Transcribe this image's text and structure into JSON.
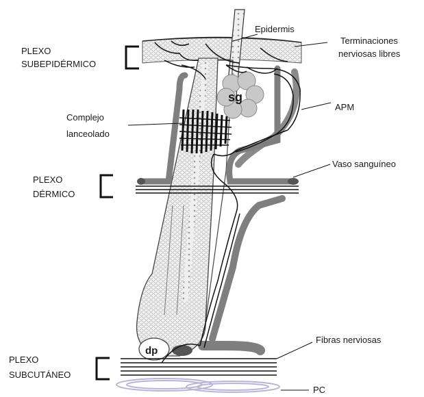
{
  "labels": {
    "epidermis": "Epidermis",
    "terminaciones_1": "Terminaciones",
    "terminaciones_2": "nerviosas libres",
    "plexo_subepidermico_1": "PLEXO",
    "plexo_subepidermico_2": "SUBEPIDÉRMICO",
    "apm": "APM",
    "complejo_1": "Complejo",
    "complejo_2": "lanceolado",
    "plexo_dermico_1": "PLEXO",
    "plexo_dermico_2": "DÉRMICO",
    "vaso": "Vaso sanguíneo",
    "fibras": "Fibras nerviosas",
    "plexo_subcutaneo_1": "PLEXO",
    "plexo_subcutaneo_2": "SUBCUTÁNEO",
    "pc": "PC"
  },
  "structure_marks": {
    "sg": "sg",
    "dp": "dp"
  },
  "colors": {
    "ink": "#1a1a1a",
    "vessel": "#7f7f7f",
    "gland": "#c8c8c8",
    "follicle_fill": "#f2f2f2",
    "follicle_dots": "#b5b5b5",
    "pacinian": "#b9b4dc"
  }
}
